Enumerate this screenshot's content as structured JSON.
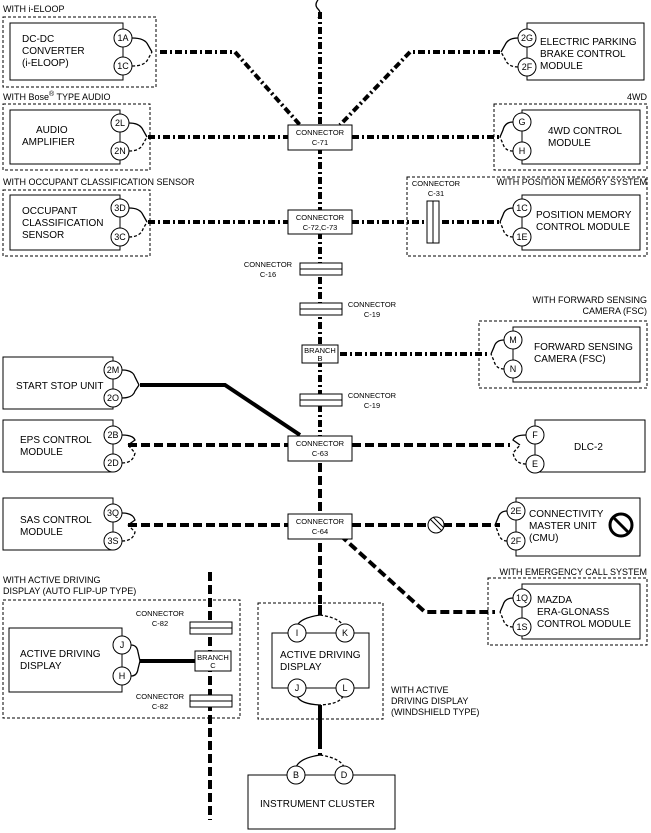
{
  "groups": {
    "i_eloop": "WITH i-ELOOP",
    "bose_pre": "WITH Bose",
    "bose_reg": "®",
    "bose_post": " TYPE AUDIO",
    "fwd_4wd": "4WD",
    "ocs": "WITH OCCUPANT CLASSIFICATION SENSOR",
    "position_memory": "WITH POSITION MEMORY SYSTEM",
    "fsc_line1": "WITH FORWARD SENSING",
    "fsc_line2": "CAMERA (FSC)",
    "emergency_call": "WITH EMERGENCY CALL SYSTEM",
    "add_auto_line1": "WITH ACTIVE DRIVING",
    "add_auto_line2": "DISPLAY (AUTO FLIP-UP TYPE)",
    "add_ws_line1": "WITH ACTIVE",
    "add_ws_line2": "DRIVING DISPLAY",
    "add_ws_line3": "(WINDSHIELD TYPE)"
  },
  "modules": {
    "dcdc": {
      "l1": "DC-DC",
      "l2": "CONVERTER",
      "l3": "(i-ELOOP)",
      "p1": "1A",
      "p2": "1C"
    },
    "epb": {
      "l1": "ELECTRIC PARKING",
      "l2": "BRAKE CONTROL",
      "l3": "MODULE",
      "p1": "2G",
      "p2": "2F"
    },
    "audio": {
      "l1": "AUDIO",
      "l2": "AMPLIFIER",
      "p1": "2L",
      "p2": "2N"
    },
    "awd": {
      "l1": "4WD CONTROL",
      "l2": "MODULE",
      "p1": "G",
      "p2": "H"
    },
    "ocs": {
      "l1": "OCCUPANT",
      "l2": "CLASSIFICATION",
      "l3": "SENSOR",
      "p1": "3D",
      "p2": "3C"
    },
    "pmcm": {
      "l1": "POSITION MEMORY",
      "l2": "CONTROL MODULE",
      "p1": "1C",
      "p2": "1E"
    },
    "fsc": {
      "l1": "FORWARD SENSING",
      "l2": "CAMERA (FSC)",
      "p1": "M",
      "p2": "N"
    },
    "ssu": {
      "l1": "START STOP UNIT",
      "p1": "2M",
      "p2": "2O"
    },
    "eps": {
      "l1": "EPS CONTROL",
      "l2": "MODULE",
      "p1": "2B",
      "p2": "2D"
    },
    "dlc": {
      "l1": "DLC-2",
      "p1": "F",
      "p2": "E"
    },
    "sas": {
      "l1": "SAS CONTROL",
      "l2": "MODULE",
      "p1": "3Q",
      "p2": "3S"
    },
    "cmu": {
      "l1": "CONNECTIVITY",
      "l2": "MASTER UNIT",
      "l3": "(CMU)",
      "p1": "2E",
      "p2": "2F"
    },
    "era": {
      "l1": "MAZDA",
      "l2": "ERA-GLONASS",
      "l3": "CONTROL MODULE",
      "p1": "1Q",
      "p2": "1S"
    },
    "add_auto": {
      "l1": "ACTIVE DRIVING",
      "l2": "DISPLAY",
      "p1": "J",
      "p2": "H"
    },
    "add_ws": {
      "l1": "ACTIVE DRIVING",
      "l2": "DISPLAY",
      "p1": "I",
      "p2": "K",
      "p3": "J",
      "p4": "L"
    },
    "cluster": {
      "l1": "INSTRUMENT CLUSTER",
      "p1": "B",
      "p2": "D"
    }
  },
  "connectors": {
    "c71": {
      "l1": "CONNECTOR",
      "l2": "C-71"
    },
    "c7273": {
      "l1": "CONNECTOR",
      "l2": "C-72,C-73"
    },
    "c31": {
      "l1": "CONNECTOR",
      "l2": "C-31"
    },
    "c16": {
      "l1": "CONNECTOR",
      "l2": "C-16"
    },
    "c19a": {
      "l1": "CONNECTOR",
      "l2": "C-19"
    },
    "branch_b": {
      "l1": "BRANCH",
      "l2": "B"
    },
    "c19b": {
      "l1": "CONNECTOR",
      "l2": "C-19"
    },
    "c63": {
      "l1": "CONNECTOR",
      "l2": "C-63"
    },
    "c64": {
      "l1": "CONNECTOR",
      "l2": "C-64"
    },
    "c82a": {
      "l1": "CONNECTOR",
      "l2": "C-82"
    },
    "branch_c": {
      "l1": "BRANCH",
      "l2": "C"
    },
    "c82b": {
      "l1": "CONNECTOR",
      "l2": "C-82"
    }
  },
  "icons": {
    "prohibited": "prohibited-icon",
    "wire_break": "wire-break-icon"
  }
}
